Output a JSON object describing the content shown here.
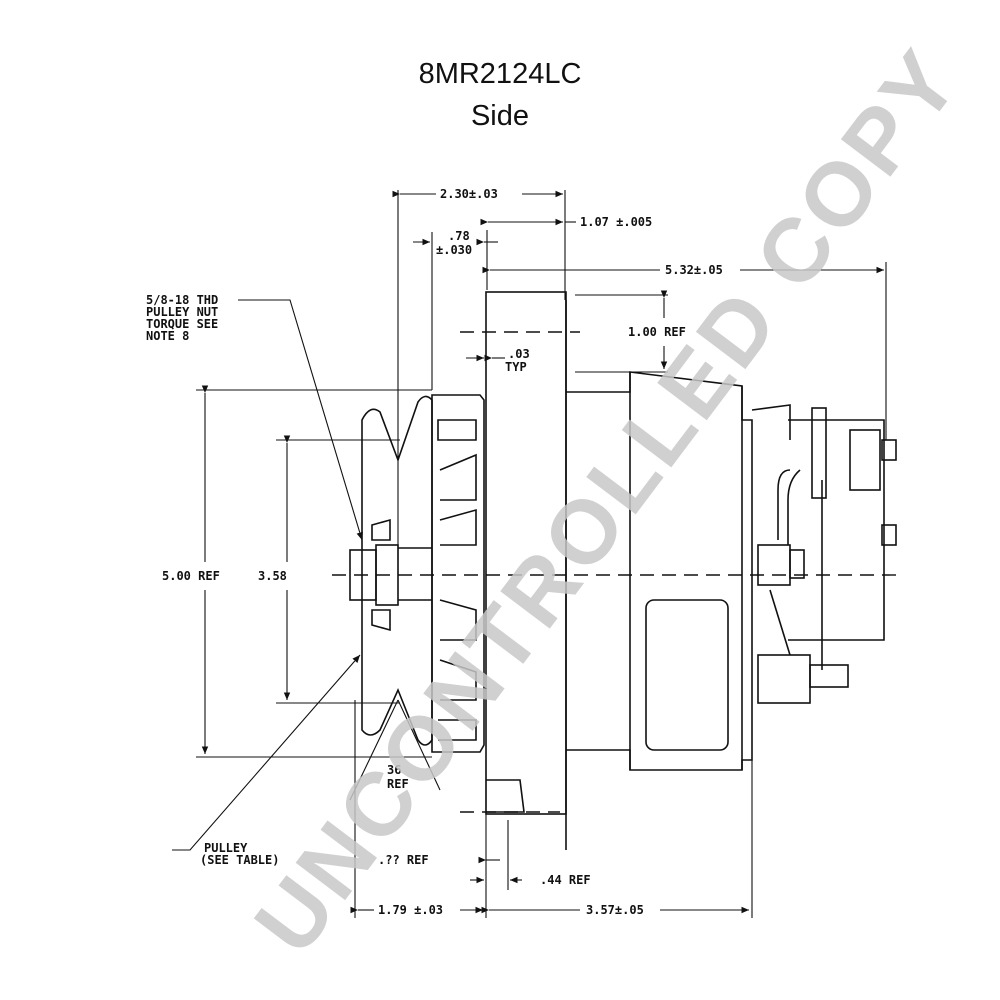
{
  "header": {
    "title": "8MR2124LC",
    "subtitle": "Side"
  },
  "watermark": {
    "text": "UNCONTROLLED COPY",
    "color": "#c8c8c8"
  },
  "dimensions": {
    "d_230": "2.30±.03",
    "d_107": "1.07 ±.005",
    "d_078_a": ".78",
    "d_078_b": "±.030",
    "d_532": "5.32±.05",
    "d_100": "1.00 REF",
    "d_003_a": ".03",
    "d_003_b": "TYP",
    "d_500": "5.00 REF",
    "d_358": "3.58",
    "d_angle_a": "36",
    "d_angle_b": "REF",
    "d_ref_bottom": ".?? REF",
    "d_044": ".44 REF",
    "d_179": "1.79 ±.03",
    "d_357": "3.57±.05"
  },
  "callouts": {
    "nut_1": "5/8-18 THD",
    "nut_2": "PULLEY NUT",
    "nut_3": "TORQUE SEE",
    "nut_4": "NOTE 8",
    "pulley_1": "PULLEY",
    "pulley_2": "(SEE TABLE)"
  }
}
